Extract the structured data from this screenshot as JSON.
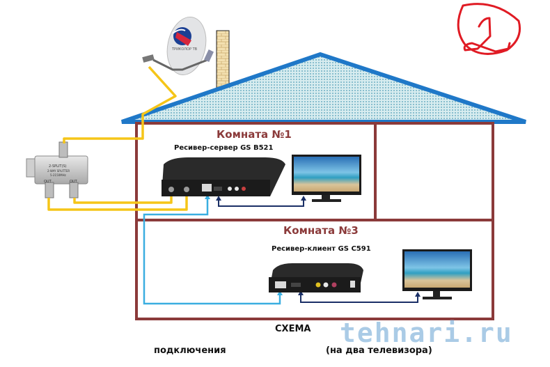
{
  "diagram": {
    "title": "СХЕМА",
    "subtitle_left": "подключения",
    "subtitle_right": "(на два телевизора)",
    "watermark": "tehnari.ru",
    "annotation_mark": "2",
    "rooms": [
      {
        "id": "room1",
        "title": "Комната №1",
        "device_label": "Ресивер-сервер GS B521"
      },
      {
        "id": "room2",
        "title": ""
      },
      {
        "id": "room3",
        "title": "Комната №3",
        "device_label": "Ресивер-клиент GS C591"
      }
    ],
    "devices": {
      "dish": {
        "name": "satellite-dish",
        "brand_text": "ТРИКОЛОР ТВ"
      },
      "splitter": {
        "name": "splitter",
        "label": "2-SPLIT(S)",
        "sublabel": "2-WAY SPLITTER",
        "freq": "5-2150MHz",
        "ports": [
          "OUT",
          "OUT"
        ]
      },
      "server": {
        "name": "receiver-server",
        "model": "GS B521"
      },
      "client": {
        "name": "receiver-client",
        "model": "GS C591"
      },
      "tv1": {
        "name": "tv-room1"
      },
      "tv2": {
        "name": "tv-room3"
      }
    },
    "colors": {
      "wall": "#8b3a3a",
      "roof_stroke": "#1f78c8",
      "roof_fill": "#b9dde4",
      "coax": "#f5c518",
      "ethernet": "#3aaee0",
      "hdmi": "#1a2f66",
      "annotation": "#e01b24",
      "chimney": "#f3e0b0"
    }
  }
}
